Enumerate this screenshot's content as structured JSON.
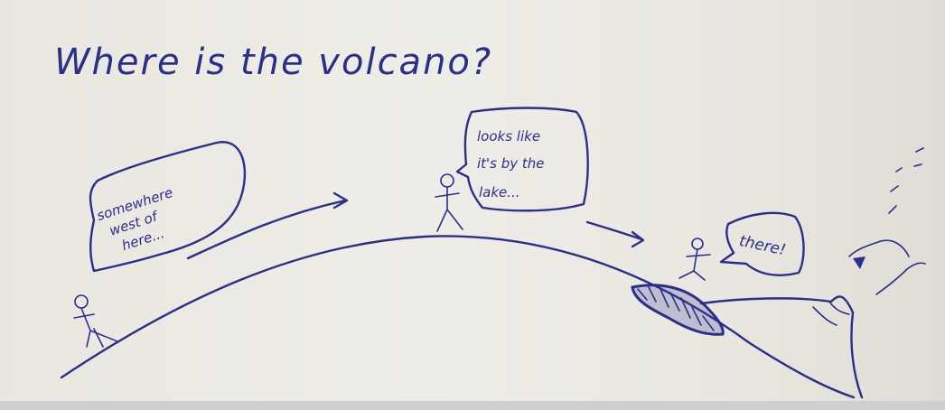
{
  "title": "Where is the volcano?",
  "speech": {
    "figure1": [
      "somewhere",
      "west of",
      "here..."
    ],
    "figure2": [
      "looks like",
      "it's by the",
      "lake..."
    ],
    "figure3": "there!"
  },
  "colors": {
    "ink": "#2a2f8a",
    "paper": "#ecebe5"
  }
}
